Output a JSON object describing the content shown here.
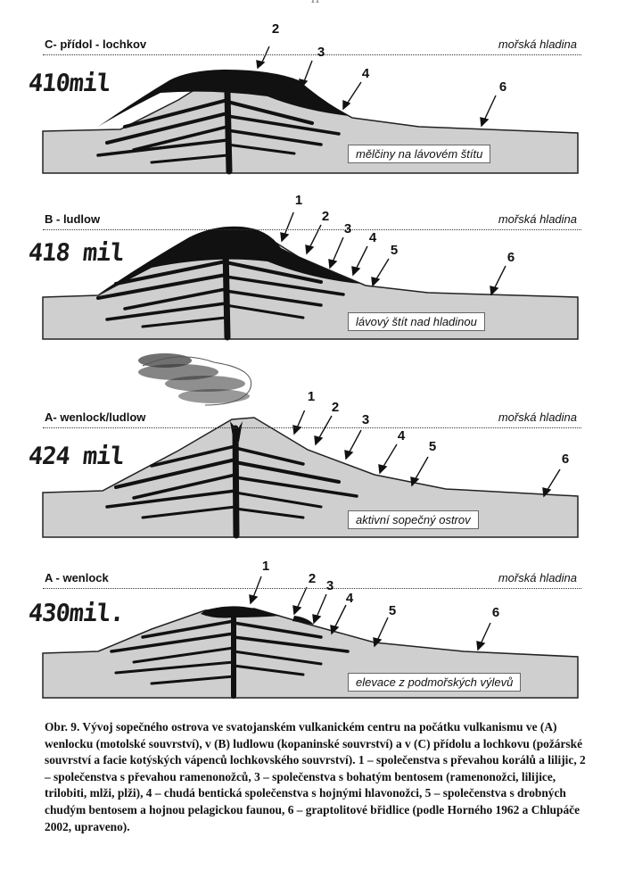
{
  "page_number": "11",
  "sea_level_label": "mořská hladina",
  "panels": [
    {
      "title": "C- přídol - lochkov",
      "age": "410mil",
      "caption": "mělčiny na lávovém štítu",
      "numbers": [
        "2",
        "3",
        "4",
        "6"
      ]
    },
    {
      "title": "B - ludlow",
      "age": "418 mil",
      "caption": "lávový štít nad hladinou",
      "numbers": [
        "1",
        "2",
        "3",
        "4",
        "5",
        "6"
      ]
    },
    {
      "title": "A- wenlock/ludlow",
      "age": "424 mil",
      "caption": "aktivní sopečný ostrov",
      "numbers": [
        "1",
        "2",
        "3",
        "4",
        "5",
        "6"
      ]
    },
    {
      "title": "A - wenlock",
      "age": "430mil.",
      "caption": "elevace z podmořských výlevů",
      "numbers": [
        "1",
        "2",
        "3",
        "4",
        "5",
        "6"
      ]
    }
  ],
  "figure_caption": "Obr. 9. Vývoj sopečného ostrova ve svatojanském vulkanickém centru na počátku vulkanismu ve (A) wenlocku (motolské souvrství), v (B) ludlowu (kopaninské souvrství) a v (C) přídolu a lochkovu (požárské souvrství a facie kotýských vápenců lochkovského souvrství). 1 – společenstva s převahou korálů a lilijic, 2 – společenstva s převahou ramenonožců, 3 – společenstva s bohatým bentosem (ramenonožci, lilijice, trilobiti, mlži, plži), 4 – chudá bentická společenstva s hojnými hlavonožci, 5 – společenstva s drobných chudým bentosem a hojnou pelagickou faunou, 6 – graptolitové břidlice (podle Horného 1962 a Chlupáče 2002, upraveno)."
}
